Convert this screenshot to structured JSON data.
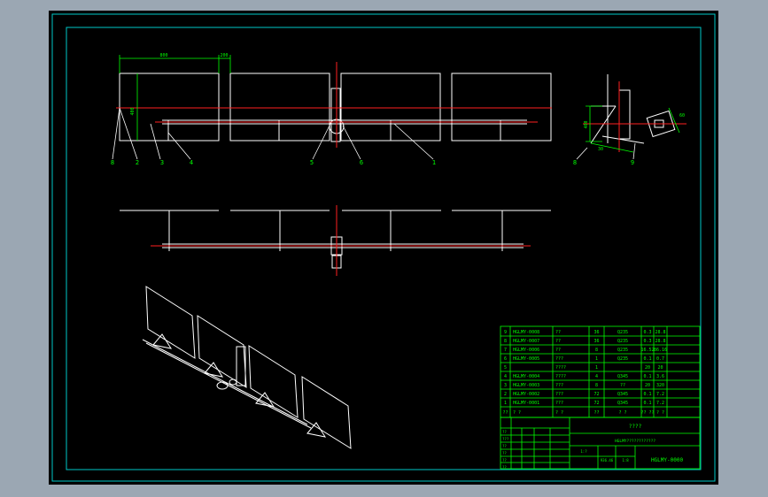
{
  "colors": {
    "canvas_bg": "#9ba7b3",
    "drawing_bg": "#000000",
    "frame": "#00c8c8",
    "geometry": "#ffffff",
    "centerline": "#ff2020",
    "dimension": "#00ff00",
    "table_text": "#00ff00"
  },
  "dimensions": {
    "top_span": "800",
    "top_gap": "200",
    "top_height": "400",
    "side_height": "400",
    "side_sub": "30",
    "side_angle": "60"
  },
  "balloons": {
    "main": [
      "8",
      "2",
      "3",
      "4",
      "5",
      "6",
      "1"
    ],
    "side": [
      "8",
      "9"
    ]
  },
  "bom": {
    "rows": [
      {
        "no": "9",
        "code": "HGLMY-0008",
        "name": "??",
        "qty": "36",
        "mat": "Q235",
        "w1": "0.3",
        "w2": "28.8"
      },
      {
        "no": "8",
        "code": "HGLMY-0007",
        "name": "??",
        "qty": "36",
        "mat": "Q235",
        "w1": "0.3",
        "w2": "28.8"
      },
      {
        "no": "7",
        "code": "HGLMY-0006",
        "name": "??",
        "qty": "8",
        "mat": "Q235",
        "w1": "16.52",
        "w2": "86.16"
      },
      {
        "no": "6",
        "code": "HGLMY-0005",
        "name": "???",
        "qty": "1",
        "mat": "Q235",
        "w1": "0.1",
        "w2": "0.7"
      },
      {
        "no": "5",
        "code": "",
        "name": "????",
        "qty": "1",
        "mat": "",
        "w1": "20",
        "w2": "20"
      },
      {
        "no": "4",
        "code": "HGLMY-0004",
        "name": "????",
        "qty": "4",
        "mat": "Q345",
        "w1": "0.1",
        "w2": "3.6"
      },
      {
        "no": "3",
        "code": "HGLMY-0003",
        "name": "???",
        "qty": "8",
        "mat": "??",
        "w1": "20",
        "w2": "320"
      },
      {
        "no": "2",
        "code": "HGLMY-0002",
        "name": "???",
        "qty": "72",
        "mat": "Q345",
        "w1": "0.1",
        "w2": "7.2"
      },
      {
        "no": "1",
        "code": "HGLMY-0001",
        "name": "???",
        "qty": "72",
        "mat": "Q345",
        "w1": "0.1",
        "w2": "7.2"
      }
    ],
    "header": {
      "no": "??",
      "code": "? ?",
      "name": "? ?",
      "qty": "??",
      "mat": "? ?",
      "w1": "?? ??",
      "w2": "? ?"
    }
  },
  "title_block": {
    "company": "????",
    "title": "HGLMY????????????",
    "drawing_no": "HGLMY-0000",
    "scale": "1:?",
    "rows": [
      "??",
      "???",
      "??",
      "??",
      "??",
      "??"
    ],
    "weight": "936.46",
    "ratio": "1:8"
  }
}
